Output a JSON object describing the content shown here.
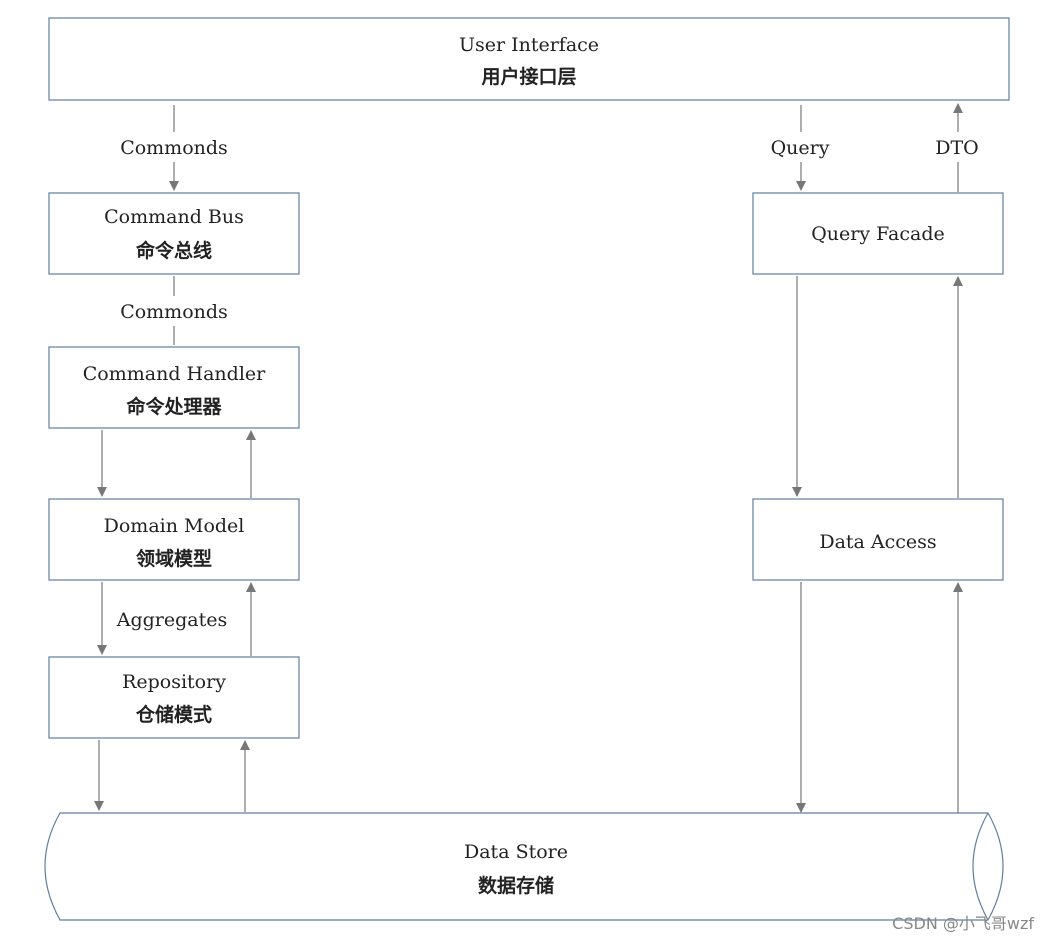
{
  "boxes": {
    "user_interface": {
      "en": "User Interface",
      "cn": "用户接口层"
    },
    "command_bus": {
      "en": "Command Bus",
      "cn": "命令总线"
    },
    "command_handler": {
      "en": "Command Handler",
      "cn": "命令处理器"
    },
    "domain_model": {
      "en": "Domain Model",
      "cn": "领域模型"
    },
    "repository": {
      "en": "Repository",
      "cn": "仓储模式"
    },
    "query_facade": {
      "en": "Query Facade"
    },
    "data_access": {
      "en": "Data Access"
    },
    "data_store": {
      "en": "Data Store",
      "cn": "数据存储"
    }
  },
  "edge_labels": {
    "ui_to_bus": "Commonds",
    "bus_to_handler": "Commonds",
    "model_to_repo": "Aggregates",
    "ui_to_facade": "Query",
    "facade_to_ui": "DTO"
  },
  "colors": {
    "stroke": "#5f7fa0",
    "arrow": "#777777"
  },
  "watermark": "CSDN @小飞哥wzf"
}
